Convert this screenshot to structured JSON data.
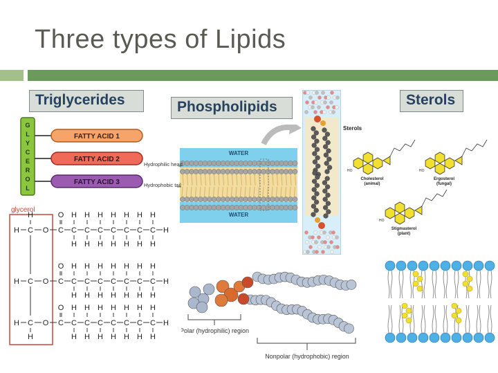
{
  "slide": {
    "title": "Three types of Lipids"
  },
  "labels": {
    "triglycerides": "Triglycerides",
    "phospholipids": "Phospholipids",
    "sterols": "Sterols"
  },
  "triglyceride_diagram": {
    "glycerol_letters": [
      "G",
      "L",
      "Y",
      "C",
      "E",
      "R",
      "O",
      "L"
    ],
    "fatty_acids": [
      "FATTY ACID 1",
      "FATTY ACID 2",
      "FATTY ACID 3"
    ],
    "structure_label": "glycerol"
  },
  "membrane": {
    "water_top": "WATER",
    "water_bottom": "WATER",
    "head_label": "Hydrophilic head",
    "tail_label": "Hydrophobic tail",
    "sterols_label": "Sterols"
  },
  "sterol_molecules": [
    {
      "name": "Cholesterol",
      "kingdom": "(animal)"
    },
    {
      "name": "Ergosterol",
      "kingdom": "(fungal)"
    },
    {
      "name": "Stigmasterol",
      "kingdom": "(plant)"
    }
  ],
  "spacefill": {
    "polar_label": "Polar (hydrophilic) region",
    "nonpolar_label": "Nonpolar (hydrophobic) region"
  },
  "colors": {
    "title_bar": "#6b9a5a",
    "title_bar_light": "#a3bf8c",
    "label_bg": "#d9ddd7",
    "label_text": "#26425f",
    "glycerol_green": "#8cc63f",
    "fa_orange": "#f7a46a",
    "fa_red": "#f06a5a",
    "fa_purple": "#9b5bb0",
    "water_blue": "#7fd0ec",
    "steroid_yellow": "#f2e030",
    "head_blue": "#4fb0e6"
  }
}
